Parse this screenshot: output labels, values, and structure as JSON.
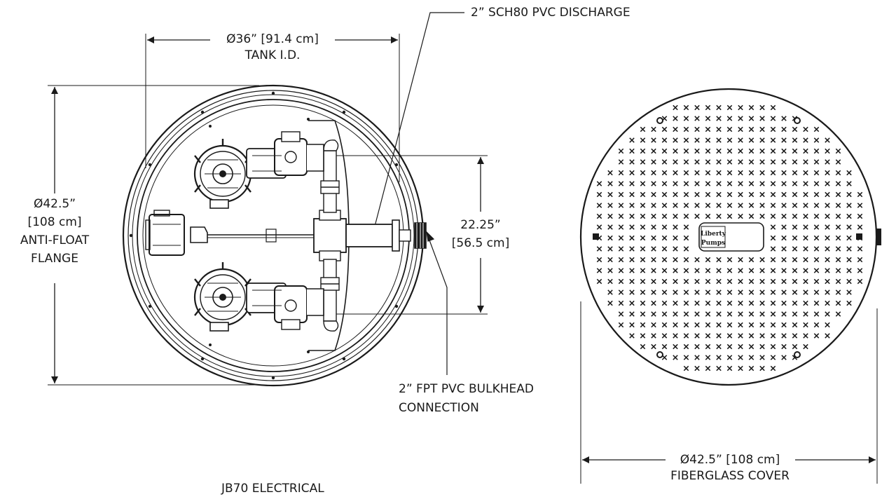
{
  "labels": {
    "discharge": "2” SCH80 PVC DISCHARGE",
    "tank_id_dim": "Ø36” [91.4 cm]",
    "tank_id_name": "TANK I.D.",
    "flange_dim_in": "Ø42.5”",
    "flange_dim_cm": "[108 cm]",
    "flange_name_1": "ANTI-FLOAT",
    "flange_name_2": "FLANGE",
    "rail_dim_in": "22.25”",
    "rail_dim_cm": "[56.5 cm]",
    "bulkhead_1": "2” FPT PVC BULKHEAD",
    "bulkhead_2": "CONNECTION",
    "cover_dim": "Ø42.5” [108 cm]",
    "cover_name": "FIBERGLASS COVER",
    "electrical_partial": "JB70 ELECTRICAL",
    "logo_line_1": "Liberty",
    "logo_line_2": "Pumps"
  },
  "colors": {
    "line": "#1a1a1a",
    "background": "#ffffff"
  }
}
